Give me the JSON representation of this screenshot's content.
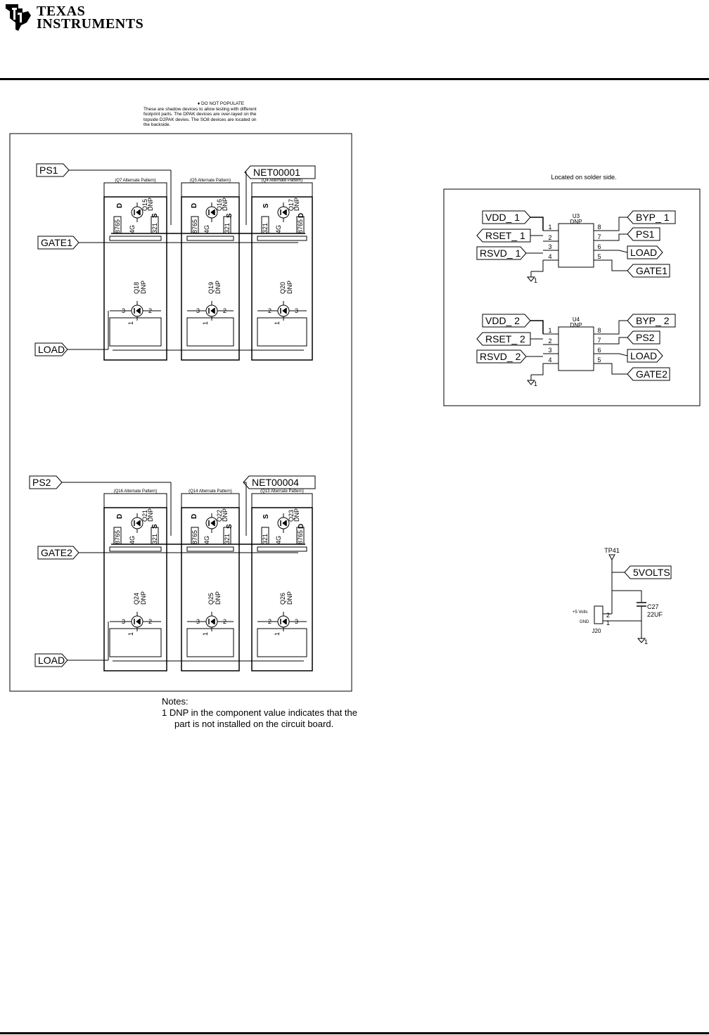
{
  "header": {
    "logo_line1": "Texas",
    "logo_line2": "Instruments"
  },
  "shadow_note": {
    "title": "♦  DO NOT POPULATE",
    "lines": [
      "These are shadow devices to allow testing with different",
      "footprint parts.  The DPAK devices are over-layed on the",
      "topside D2PAK devies.  The SO8 devices are located on",
      "the backside."
    ]
  },
  "group1": {
    "ports": {
      "ps": "PS1",
      "net": "NET00001",
      "gate": "GATE1",
      "load": "LOAD"
    },
    "patterns": [
      "(Q7 Alternate Pattern)",
      "(Q5 Alternate Pattern)",
      "(Q4 Alternate Pattern)"
    ],
    "top_fets": [
      {
        "ref": "Q15",
        "dnp": "DNP"
      },
      {
        "ref": "Q16",
        "dnp": "DNP"
      },
      {
        "ref": "Q17",
        "dnp": "DNP"
      }
    ],
    "bottom_fets": [
      {
        "ref": "Q18",
        "dnp": "DNP"
      },
      {
        "ref": "Q19",
        "dnp": "DNP"
      },
      {
        "ref": "Q20",
        "dnp": "DNP"
      }
    ]
  },
  "group2": {
    "ports": {
      "ps": "PS2",
      "net": "NET00004",
      "gate": "GATE2",
      "load": "LOAD"
    },
    "patterns": [
      "(Q16 Alternate Pattern)",
      "(Q14 Alternate Pattern)",
      "(Q13 Alternate Pattern)"
    ],
    "top_fets": [
      {
        "ref": "Q21",
        "dnp": "DNP"
      },
      {
        "ref": "Q22",
        "dnp": "DNP"
      },
      {
        "ref": "Q23",
        "dnp": "DNP"
      }
    ],
    "bottom_fets": [
      {
        "ref": "Q24",
        "dnp": "DNP"
      },
      {
        "ref": "Q25",
        "dnp": "DNP"
      },
      {
        "ref": "Q26",
        "dnp": "DNP"
      }
    ]
  },
  "fet_labels": {
    "d": "D",
    "s": "S",
    "g": "4G",
    "drain_pins": "8765",
    "source_pins": "321",
    "pin1": "1",
    "pin2": "2",
    "pin3": "3"
  },
  "solder_side": {
    "title": "Located on solder side.",
    "u3": {
      "ref": "U3",
      "dnp": "DNP",
      "left_ports": [
        "VDD_ 1",
        "RSET_ 1",
        "RSVD_ 1"
      ],
      "right_ports": [
        "BYP_ 1",
        "PS1",
        "LOAD",
        "GATE1"
      ],
      "left_pins": [
        "1",
        "2",
        "3",
        "4"
      ],
      "right_pins": [
        "8",
        "7",
        "6",
        "5"
      ],
      "gnd": "1"
    },
    "u4": {
      "ref": "U4",
      "dnp": "DNP",
      "left_ports": [
        "VDD_ 2",
        "RSET_ 2",
        "RSVD_ 2"
      ],
      "right_ports": [
        "BYP_ 2",
        "PS2",
        "LOAD",
        "GATE2"
      ],
      "left_pins": [
        "1",
        "2",
        "3",
        "4"
      ],
      "right_pins": [
        "8",
        "7",
        "6",
        "5"
      ],
      "gnd": "1"
    }
  },
  "power": {
    "tp": "TP41",
    "net": "5VOLTS",
    "cap_ref": "C27",
    "cap_value": "22UF",
    "jack_ref": "J20",
    "jack_plus": "+5 Volts",
    "jack_gnd": "GND",
    "jack_pin2": "2",
    "jack_pin1": "1",
    "gnd": "1"
  },
  "notes": {
    "title": "Notes:",
    "line1": "1   DNP in the component value indicates that the",
    "line2": "part is not installed on the circuit board."
  }
}
